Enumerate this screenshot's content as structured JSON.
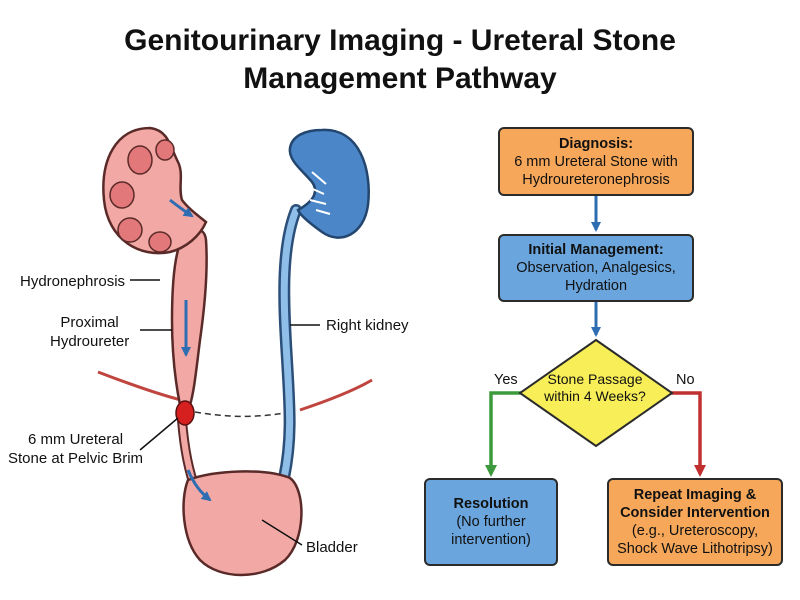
{
  "title": {
    "line1": "Genitourinary Imaging - Ureteral Stone",
    "line2": "Management Pathway"
  },
  "anatomy_labels": {
    "hydronephrosis": "Hydronephrosis",
    "proximal_hydroureter": [
      "Proximal",
      "Hydroureter"
    ],
    "stone": [
      "6 mm Ureteral",
      "Stone at Pelvic Brim"
    ],
    "right_kidney": "Right kidney",
    "bladder": "Bladder"
  },
  "flow": {
    "diagnosis": {
      "heading": "Diagnosis:",
      "lines": [
        "6 mm Ureteral Stone with",
        "Hydroureteronephrosis"
      ]
    },
    "initial": {
      "heading": "Initial Management:",
      "lines": [
        "Observation, Analgesics,",
        "Hydration"
      ]
    },
    "decision": {
      "lines": [
        "Stone Passage",
        "within 4 Weeks?"
      ],
      "yes": "Yes",
      "no": "No"
    },
    "resolution": {
      "heading": "Resolution",
      "lines": [
        "(No further",
        "intervention)"
      ]
    },
    "repeat": {
      "heading_lines": [
        "Repeat Imaging &",
        "Consider Intervention"
      ],
      "lines": [
        "(e.g., Ureteroscopy,",
        "Shock Wave Lithotripsy)"
      ]
    }
  },
  "colors": {
    "kidney_left": "#f2a9a6",
    "kidney_right": "#4a86c8",
    "bladder": "#f2a9a6",
    "stone": "#d62020",
    "box_orange": "#f6a75a",
    "box_blue": "#6aa6dd",
    "diamond": "#f7ee58",
    "arrow_blue": "#2f6db3",
    "arrow_green": "#3c9a3c",
    "arrow_red": "#c03030"
  }
}
